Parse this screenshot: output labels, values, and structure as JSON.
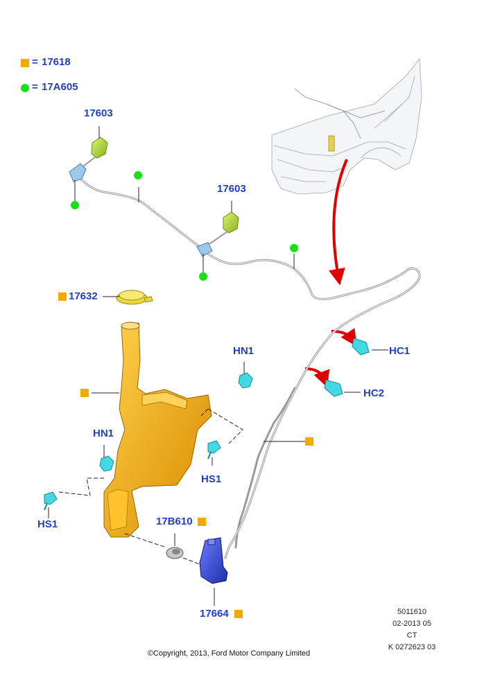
{
  "legend": {
    "square_code": "17618",
    "dot_code": "17A605",
    "equals": "=",
    "square_color": "#f2a900",
    "dot_color": "#18e018"
  },
  "parts": {
    "jet_upper": "17603",
    "jet_mid": "17603",
    "cap": "17632",
    "nut_upper": "HN1",
    "nut_left": "HN1",
    "screw_right": "HS1",
    "screw_left": "HS1",
    "grommet": "17B610",
    "pump": "17664",
    "clip_1": "HC1",
    "clip_2": "HC2"
  },
  "colors": {
    "label_text": "#1f3fbf",
    "reservoir": "#f2a900",
    "pump": "#3a4fd0",
    "jet": "#b5e23c",
    "fasteners": "#3fd8e0",
    "arrow": "#e00000",
    "hose": "#9a9a9a"
  },
  "footer": {
    "ref_number": "5011610",
    "date": "02-2013 05",
    "code": "CT",
    "catalog": "K 0272623 03",
    "copyright": "©Copyright, 2013, Ford Motor Company Limited"
  }
}
